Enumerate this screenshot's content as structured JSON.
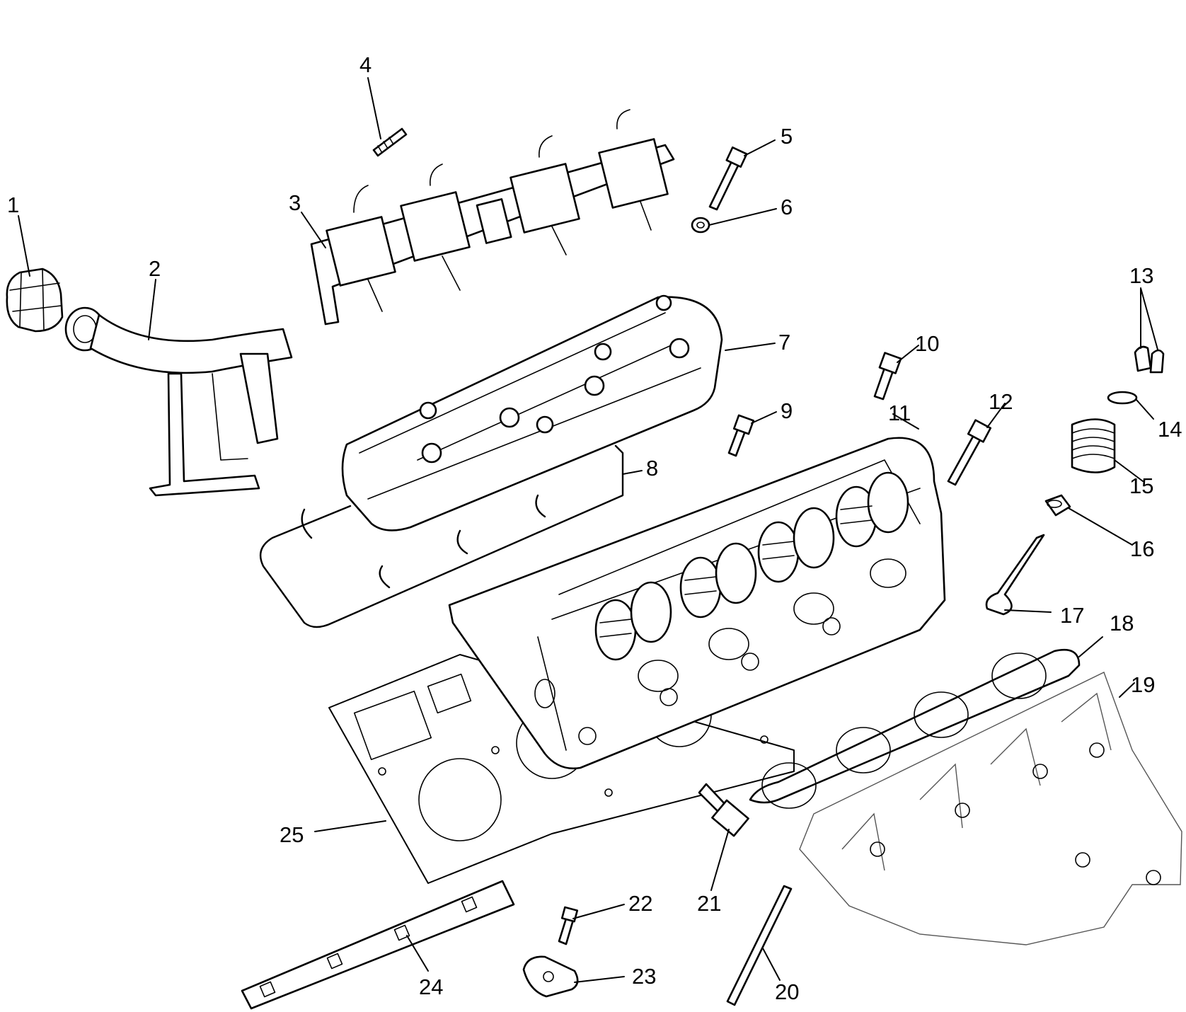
{
  "callouts": [
    {
      "label": "1"
    },
    {
      "label": "2"
    },
    {
      "label": "3"
    },
    {
      "label": "4"
    },
    {
      "label": "5"
    },
    {
      "label": "6"
    },
    {
      "label": "7"
    },
    {
      "label": "8"
    },
    {
      "label": "9"
    },
    {
      "label": "10"
    },
    {
      "label": "11"
    },
    {
      "label": "12"
    },
    {
      "label": "13"
    },
    {
      "label": "14"
    },
    {
      "label": "15"
    },
    {
      "label": "16"
    },
    {
      "label": "17"
    },
    {
      "label": "18"
    },
    {
      "label": "19"
    },
    {
      "label": "20"
    },
    {
      "label": "21"
    },
    {
      "label": "22"
    },
    {
      "label": "23"
    },
    {
      "label": "24"
    },
    {
      "label": "25"
    }
  ]
}
